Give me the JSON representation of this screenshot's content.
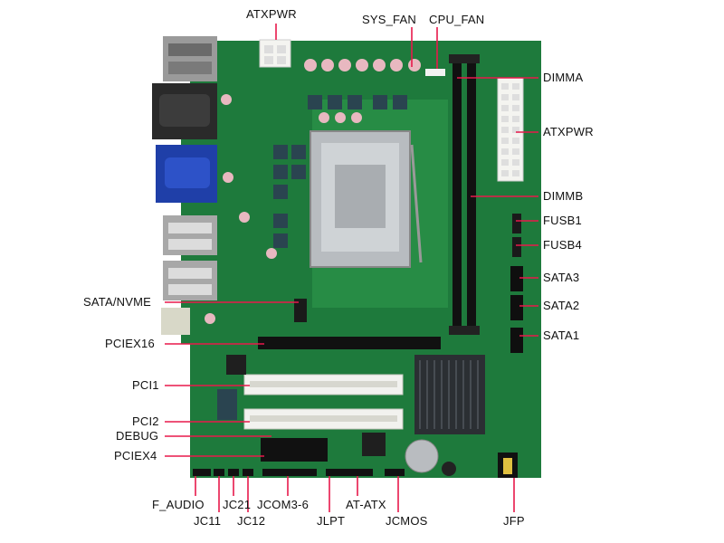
{
  "colors": {
    "pcb": "#1e7a3c",
    "pcb_light": "#2f9a4d",
    "leader": "#e8194b",
    "label": "#111111",
    "slot_black": "#111111",
    "slot_white": "#f2f2ef",
    "heatsink": "#2b2f33"
  },
  "labels": {
    "atxpwr_top": "ATXPWR",
    "sys_fan": "SYS_FAN",
    "cpu_fan": "CPU_FAN",
    "dimma": "DIMMA",
    "atxpwr_right": "ATXPWR",
    "dimmb": "DIMMB",
    "fusb1": "FUSB1",
    "fusb4": "FUSB4",
    "sata3": "SATA3",
    "sata2": "SATA2",
    "sata1": "SATA1",
    "sata_nvme": "SATA/NVME",
    "pciex16": "PCIEX16",
    "pci1": "PCI1",
    "pci2": "PCI2",
    "debug": "DEBUG",
    "pciex4": "PCIEX4",
    "f_audio": "F_AUDIO",
    "jc11": "JC11",
    "jc21": "JC21",
    "jc12": "JC12",
    "jcom": "JCOM3-6",
    "jlpt": "JLPT",
    "at_atx": "AT-ATX",
    "jcmos": "JCMOS",
    "jfp": "JFP"
  }
}
